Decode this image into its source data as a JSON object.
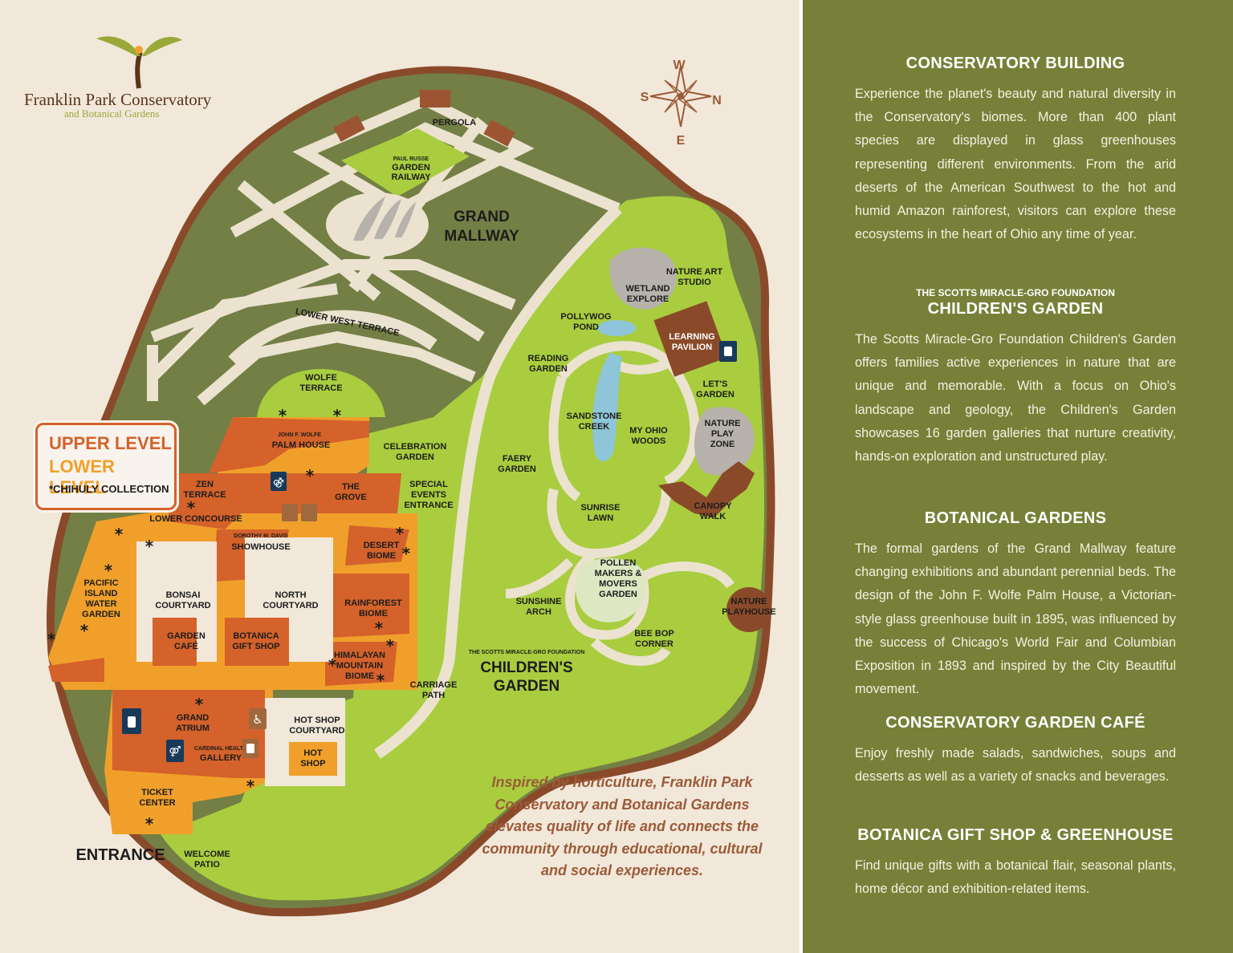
{
  "logo": {
    "name": "Franklin Park Conservatory",
    "tagline": "and Botanical Gardens"
  },
  "compass": {
    "n": "N",
    "s": "S",
    "e": "E",
    "w": "W"
  },
  "legend": {
    "upper": "UPPER LEVEL",
    "lower": "LOWER LEVEL",
    "chihuly": "*CHIHULY COLLECTION"
  },
  "map_labels": {
    "pergola": "PERGOLA",
    "paul_russe": "PAUL RUSSE",
    "garden_railway_1": "GARDEN",
    "garden_railway_2": "RAILWAY",
    "grand": "GRAND",
    "mallway": "MALLWAY",
    "lower_west_terrace": "LOWER WEST TERRACE",
    "wolfe_1": "WOLFE",
    "wolfe_2": "TERRACE",
    "palm_house_pre": "JOHN F. WOLFE",
    "palm_house": "PALM HOUSE",
    "celebration_1": "CELEBRATION",
    "celebration_2": "GARDEN",
    "special_1": "SPECIAL",
    "special_2": "EVENTS",
    "special_3": "ENTRANCE",
    "zen_1": "ZEN",
    "zen_2": "TERRACE",
    "grove_1": "THE",
    "grove_2": "GROVE",
    "lower_concourse": "LOWER CONCOURSE",
    "showhouse_pre": "DOROTHY M. DAVIS",
    "showhouse": "SHOWHOUSE",
    "desert_1": "DESERT",
    "desert_2": "BIOME",
    "pacific_1": "PACIFIC",
    "pacific_2": "ISLAND",
    "pacific_3": "WATER",
    "pacific_4": "GARDEN",
    "bonsai_1": "BONSAI",
    "bonsai_2": "COURTYARD",
    "north_1": "NORTH",
    "north_2": "COURTYARD",
    "rainforest_1": "RAINFOREST",
    "rainforest_2": "BIOME",
    "cafe_1": "GARDEN",
    "cafe_2": "CAFÉ",
    "botanica_1": "BOTANICA",
    "botanica_2": "GIFT SHOP",
    "himalayan_1": "HIMALAYAN",
    "himalayan_2": "MOUNTAIN",
    "himalayan_3": "BIOME",
    "atrium_1": "GRAND",
    "atrium_2": "ATRIUM",
    "gallery_pre": "CARDINAL HEALTH",
    "gallery": "GALLERY",
    "hotshop_court_1": "HOT SHOP",
    "hotshop_court_2": "COURTYARD",
    "hotshop_1": "HOT",
    "hotshop_2": "SHOP",
    "ticket_1": "TICKET",
    "ticket_2": "CENTER",
    "entrance": "ENTRANCE",
    "welcome_1": "WELCOME",
    "welcome_2": "PATIO",
    "carriage_1": "CARRIAGE",
    "carriage_2": "PATH",
    "nature_art_1": "NATURE ART",
    "nature_art_2": "STUDIO",
    "wetland_1": "WETLAND",
    "wetland_2": "EXPLORE",
    "pollywog_1": "POLLYWOG",
    "pollywog_2": "POND",
    "learning_1": "LEARNING",
    "learning_2": "PAVILION",
    "reading_1": "READING",
    "reading_2": "GARDEN",
    "lets_1": "LET'S",
    "lets_2": "GARDEN",
    "sandstone_1": "SANDSTONE",
    "sandstone_2": "CREEK",
    "ohio_1": "MY OHIO",
    "ohio_2": "WOODS",
    "nature_play_1": "NATURE",
    "nature_play_2": "PLAY",
    "nature_play_3": "ZONE",
    "faery_1": "FAERY",
    "faery_2": "GARDEN",
    "sunrise_1": "SUNRISE",
    "sunrise_2": "LAWN",
    "canopy_1": "CANOPY",
    "canopy_2": "WALK",
    "pollen_1": "POLLEN",
    "pollen_2": "MAKERS &",
    "pollen_3": "MOVERS",
    "pollen_4": "GARDEN",
    "sunshine_1": "SUNSHINE",
    "sunshine_2": "ARCH",
    "playhouse_1": "NATURE",
    "playhouse_2": "PLAYHOUSE",
    "beebop_1": "BEE BOP",
    "beebop_2": "CORNER",
    "childrens_pre": "THE SCOTTS MIRACLE-GRO FOUNDATION",
    "childrens_1": "CHILDREN'S",
    "childrens_2": "GARDEN"
  },
  "icons": [
    "restroom-icon",
    "family-restroom-icon",
    "nursing-room-icon",
    "accessible-icon",
    "chihuly-asterisk-icon",
    "compass-rose-icon"
  ],
  "mission": "Inspired by horticulture, Franklin Park Conservatory and Botanical Gardens elevates quality of life and connects the community through educational, cultural and social experiences.",
  "sections": [
    {
      "title": "CONSERVATORY BUILDING",
      "body": "Experience the planet's beauty and natural diversity in the Conservatory's biomes. More than 400 plant species are displayed in glass greenhouses representing different environments. From the arid deserts of the American Southwest to the hot and humid Amazon rainforest, visitors can explore these ecosystems in the heart of Ohio any time of year."
    },
    {
      "pre": "THE SCOTTS MIRACLE-GRO FOUNDATION",
      "title": "CHILDREN'S GARDEN",
      "body": "The Scotts Miracle-Gro Foundation Children's Garden offers families active experiences in nature that are unique and memorable. With a focus on Ohio's landscape and geology, the Children's Garden showcases 16 garden galleries that nurture creativity, hands-on exploration and unstructured play."
    },
    {
      "title": "BOTANICAL GARDENS",
      "body": "The formal gardens of the Grand Mallway feature changing exhibitions and abundant perennial beds. The design of the John F. Wolfe Palm House, a Victorian-style glass greenhouse built in 1895, was influenced by the success of Chicago's World Fair and Columbian Exposition in 1893 and inspired by the City Beautiful movement."
    },
    {
      "title": "CONSERVATORY GARDEN CAFÉ",
      "body": "Enjoy freshly made salads, sandwiches, soups and desserts as well as a variety of snacks and beverages."
    },
    {
      "title": "BOTANICA GIFT SHOP & GREENHOUSE",
      "body": "Find unique gifts with a botanical flair, seasonal plants, home décor and exhibition-related items."
    }
  ],
  "colors": {
    "panel_green": "#778038",
    "lawn_green": "#a9cd3e",
    "dark_green": "#737f45",
    "upper_level": "#d4622a",
    "lower_level": "#f0a02a",
    "path": "#ebe2cf",
    "brown": "#8a4a2a"
  }
}
